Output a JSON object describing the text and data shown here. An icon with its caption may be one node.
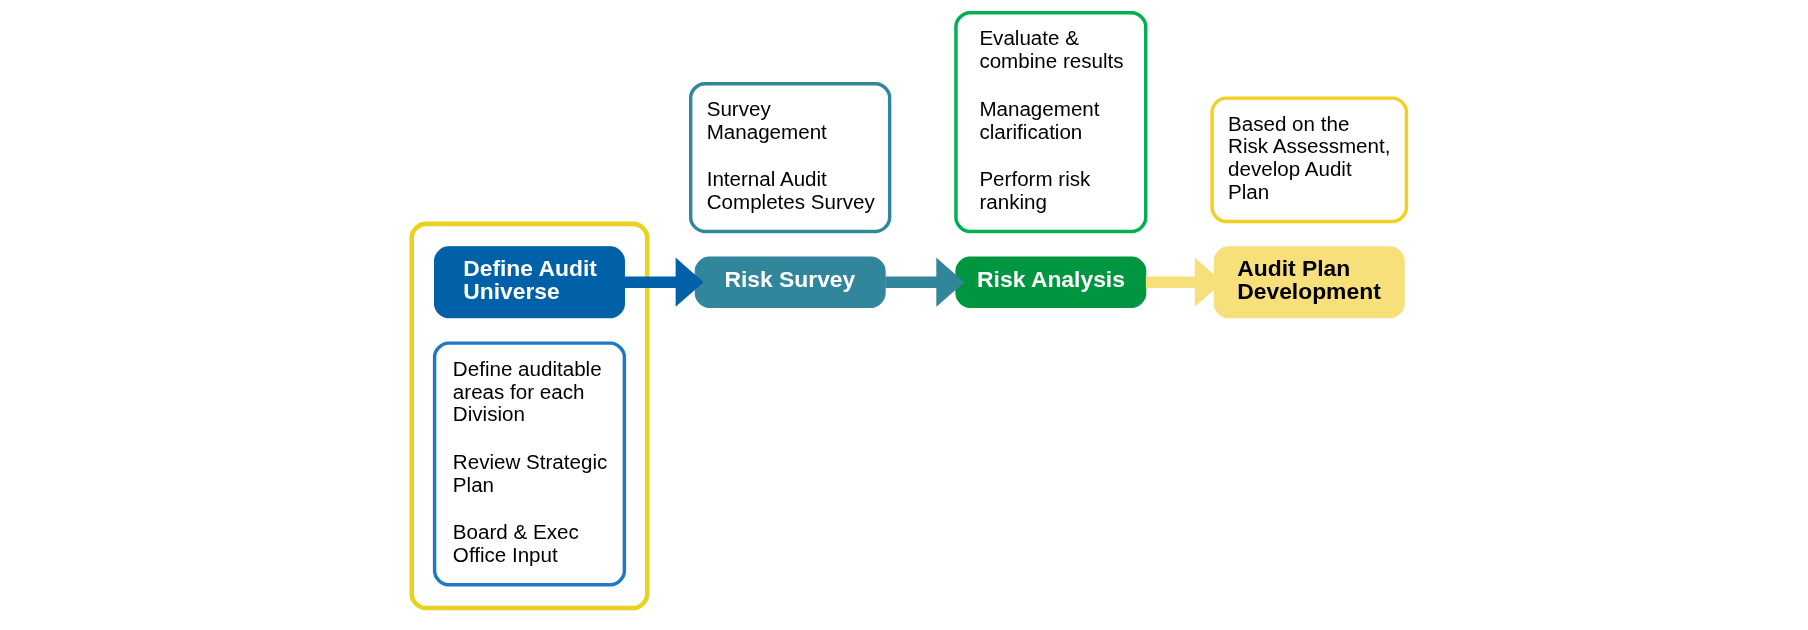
{
  "diagram": {
    "nodes": [
      {
        "text": [],
        "shape": "box"
      },
      {
        "text": [
          "Define Audit Universe"
        ],
        "in": 0
      },
      {
        "text": [
          "Define auditable areas for each Division",
          "Review Strategic Plan",
          "Board & Exec Office Input"
        ],
        "in": 0
      },
      {
        "text": [
          "Risk Survey"
        ]
      },
      {
        "text": [
          "Survey Management",
          "Internal Audit Completes Survey"
        ]
      },
      {
        "text": [
          "Risk Analysis"
        ]
      },
      {
        "text": [
          "Evaluate & combine results",
          "Management clarification",
          "Perform risk ranking"
        ]
      },
      {
        "text": [
          "Audit Plan Development"
        ]
      },
      {
        "text": [
          "Based on the Risk Assessment, develop Audit Plan"
        ]
      }
    ],
    "edges": [
      {
        "from": 1,
        "to": 3,
        "arrow": "to",
        "color": "#0060a8"
      },
      {
        "from": 3,
        "to": 5,
        "arrow": "to",
        "color": "#31869b"
      },
      {
        "from": 5,
        "to": 7,
        "arrow": "to",
        "color": "#f7df7a"
      }
    ]
  }
}
